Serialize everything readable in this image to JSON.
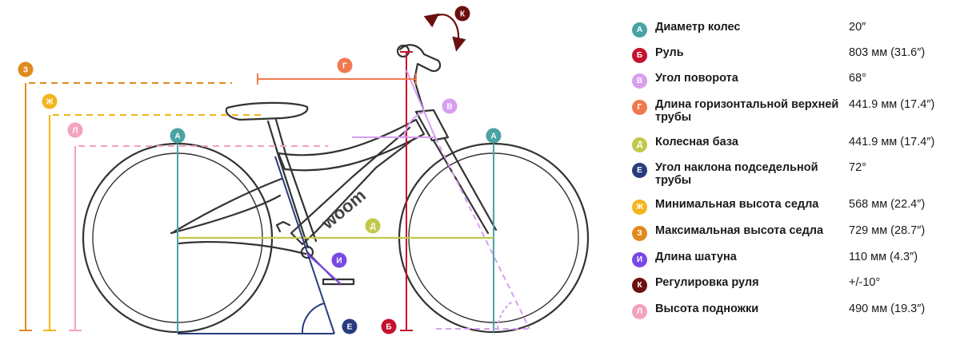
{
  "brand": {
    "logo_text": "woom"
  },
  "colors": {
    "A": "#4aa3a3",
    "B": "#c4122f",
    "C": "#d69ef0",
    "D": "#c1c94b",
    "E": "#283c7d",
    "F": "#f07a4f",
    "G": "#f2b51b",
    "H": "#e08a1e",
    "I": "#7a48e6",
    "K": "#6b0f0f",
    "L": "#f3a3bc"
  },
  "diagram_badges": {
    "A": "А",
    "B": "Б",
    "C": "В",
    "D": "Д",
    "E": "Е",
    "F": "Г",
    "G": "Ж",
    "H": "З",
    "I": "И",
    "K": "К",
    "L": "Л"
  },
  "specs": [
    {
      "key": "A",
      "letter": "А",
      "label": "Диаметр колес",
      "value": "20″"
    },
    {
      "key": "B",
      "letter": "Б",
      "label": "Руль",
      "value": "803 мм (31.6″)"
    },
    {
      "key": "C",
      "letter": "В",
      "label": "Угол поворота",
      "value": "68°"
    },
    {
      "key": "F",
      "letter": "Г",
      "label": "Длина горизонтальной верхней трубы",
      "value": "441.9 мм (17.4″)"
    },
    {
      "key": "D",
      "letter": "Д",
      "label": "Колесная база",
      "value": "441.9 мм (17.4″)"
    },
    {
      "key": "E",
      "letter": "Е",
      "label": "Угол наклона подседельной трубы",
      "value": "72°"
    },
    {
      "key": "G",
      "letter": "Ж",
      "label": "Минимальная высота седла",
      "value": "568 мм (22.4″)"
    },
    {
      "key": "H",
      "letter": "З",
      "label": "Максимальная высота седла",
      "value": "729 мм (28.7″)"
    },
    {
      "key": "I",
      "letter": "И",
      "label": "Длина шатуна",
      "value": "110 мм (4.3″)"
    },
    {
      "key": "K",
      "letter": "К",
      "label": "Регулировка руля",
      "value": "+/-10°"
    },
    {
      "key": "L",
      "letter": "Л",
      "label": "Высота подножки",
      "value": "490 мм (19.3″)"
    }
  ]
}
